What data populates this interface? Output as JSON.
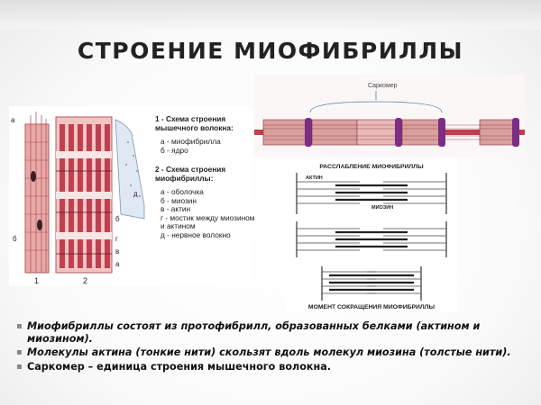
{
  "title": "СТРОЕНИЕ МИОФИБРИЛЛЫ",
  "left_figure": {
    "numbers": [
      "1",
      "2"
    ],
    "labels": {
      "a": "а",
      "b": "б",
      "v": "в",
      "g": "г",
      "d": "д"
    },
    "legend": {
      "heading1": "1 - Схема строения мышечного волокна:",
      "items1": [
        "а - миофибрилла",
        "б - ядро"
      ],
      "heading2": "2 - Схема строения миофибриллы:",
      "items2": [
        "а - оболочка",
        "б - миозин",
        "в - актин",
        "г - мостик между миозином и актином",
        "д - нервное волокно"
      ]
    }
  },
  "sarcomere_figure": {
    "label": "Саркомер"
  },
  "contraction_figure": {
    "relax_title": "РАССЛАБЛЕНИЕ МИОФИБРИЛЛЫ",
    "actin_label": "АКТИН",
    "myosin_label": "МИОЗИН",
    "contract_title": "МОМЕНТ СОКРАЩЕНИЯ МИОФИБРИЛЛЫ"
  },
  "bullets": [
    "Миофибриллы состоят из протофибрилл, образованных белками (актином и миозином).",
    "Молекулы актина (тонкие нити) скользят вдоль молекул миозина (толстые нити).",
    "Саркомер – единица строения мышечного волокна."
  ],
  "colors": {
    "muscle": "#d98a8a",
    "fiber_dark": "#c0404f",
    "purple": "#7a2e8a",
    "line": "#555555"
  }
}
